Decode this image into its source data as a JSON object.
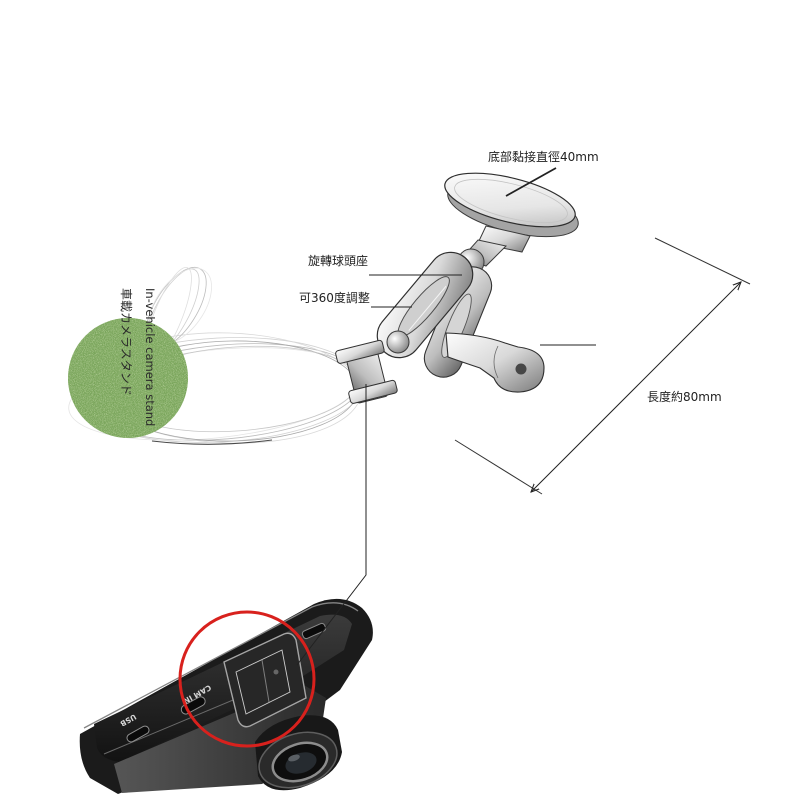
{
  "labels": {
    "base_diameter": "底部黏接直徑40mm",
    "ball_joint": "旋轉球頭座",
    "adjustable": "可360度調整",
    "length": "長度約80mm"
  },
  "badge": {
    "english": "In-vehicle camera stand",
    "japanese": "車載カメラスタンド"
  },
  "device": {
    "usb_label": "USB",
    "cam_in_label": "CAM IN"
  },
  "colors": {
    "highlight_circle": "#d8211d",
    "badge_green": "#78a458",
    "callout_line": "#222222"
  }
}
